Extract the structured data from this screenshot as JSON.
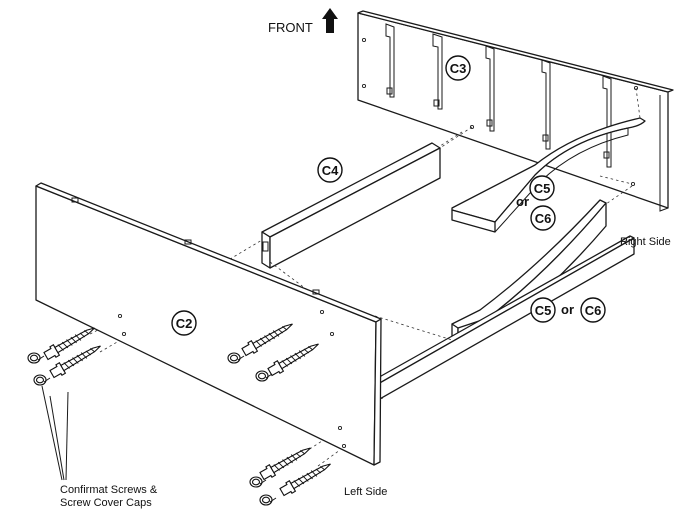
{
  "front_label": "FRONT",
  "parts": {
    "c2": "C2",
    "c3": "C3",
    "c4": "C4",
    "c5": "C5",
    "c6": "C6"
  },
  "or_word": "or",
  "captions": {
    "right_side": "Right Side",
    "left_side": "Left Side",
    "hardware_line1": "Confirmat Screws &",
    "hardware_line2": "Screw Cover Caps"
  },
  "icons": {
    "front_arrow": "arrow-up-icon",
    "screw": "confirmat-screw-icon",
    "cap": "screw-cover-cap-icon"
  }
}
